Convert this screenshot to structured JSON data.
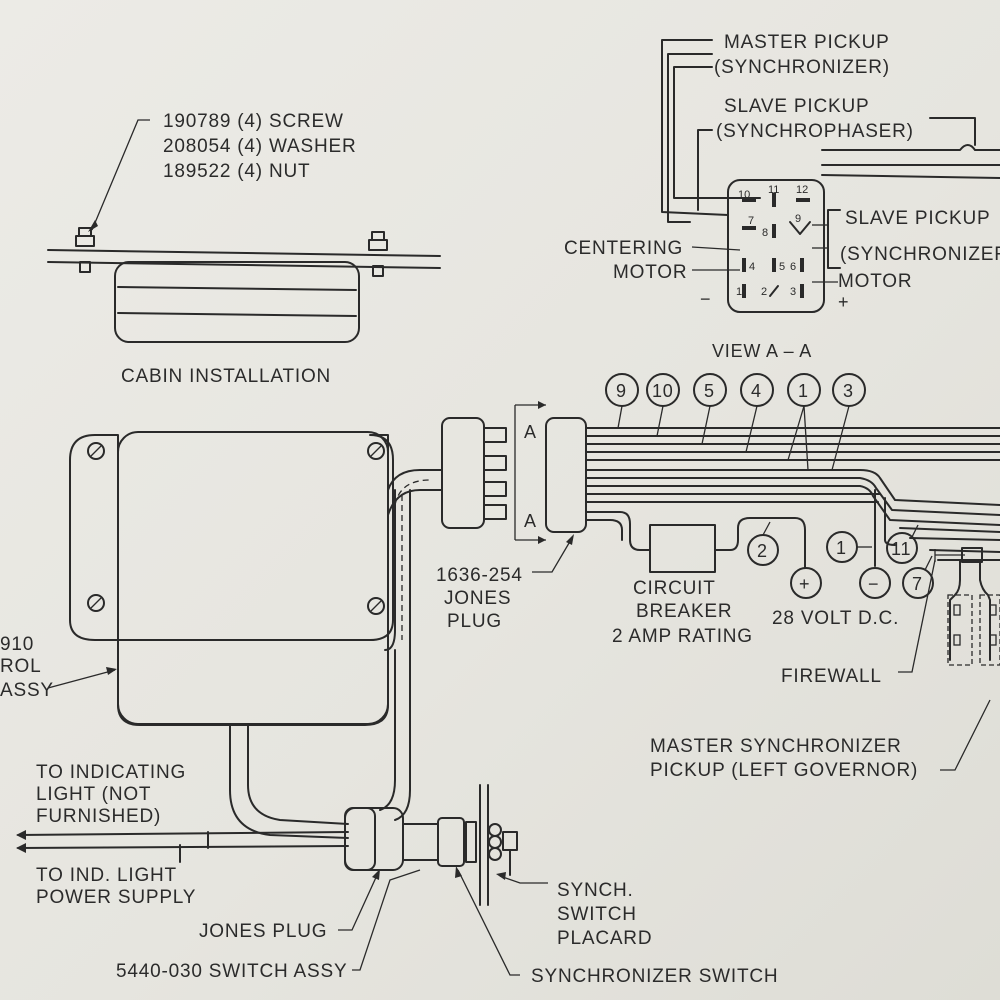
{
  "hardware": {
    "screw": "190789 (4) SCREW",
    "washer": "208054 (4) WASHER",
    "nut": "189522 (4) NUT"
  },
  "cabin_installation": "CABIN INSTALLATION",
  "view_label": "VIEW A – A",
  "section_markers": [
    "A",
    "A"
  ],
  "top_callouts": [
    "9",
    "10",
    "5",
    "4",
    "1",
    "3"
  ],
  "jones_plug_part": [
    "1636-254",
    "JONES",
    "PLUG"
  ],
  "control_box": [
    "910",
    "ROL",
    "ASSY"
  ],
  "circuit_breaker": [
    "CIRCUIT",
    "BREAKER",
    "2 AMP RATING"
  ],
  "power": {
    "callout_2": "2",
    "callout_1": "1",
    "callout_11": "11",
    "callout_7": "7",
    "plus": "+",
    "minus": "−",
    "label": "28 VOLT D.C."
  },
  "firewall": "FIREWALL",
  "master_sync_pickup": [
    "MASTER SYNCHRONIZER",
    "PICKUP (LEFT GOVERNOR)"
  ],
  "connector_view": {
    "master_pickup": [
      "MASTER PICKUP",
      "(SYNCHRONIZER)"
    ],
    "slave_pickup_phaser": [
      "SLAVE PICKUP",
      "(SYNCHROPHASER)"
    ],
    "slave_pickup_sync": [
      "SLAVE PICKUP",
      "(SYNCHRONIZER)"
    ],
    "centering_motor": [
      "CENTERING",
      "MOTOR"
    ],
    "motor": "MOTOR",
    "minus": "−",
    "plus": "+",
    "pins": [
      "10",
      "11",
      "12",
      "7",
      "8",
      "9",
      "4",
      "5",
      "6",
      "1",
      "2",
      "3"
    ]
  },
  "indicating_light": [
    "TO INDICATING",
    "LIGHT (NOT",
    "FURNISHED)"
  ],
  "ind_light_power": [
    "TO IND. LIGHT",
    "POWER SUPPLY"
  ],
  "jones_plug": "JONES PLUG",
  "switch_assy": "5440-030 SWITCH ASSY",
  "placard": [
    "SYNCH.",
    "SWITCH",
    "PLACARD"
  ],
  "sync_switch": "SYNCHRONIZER SWITCH"
}
